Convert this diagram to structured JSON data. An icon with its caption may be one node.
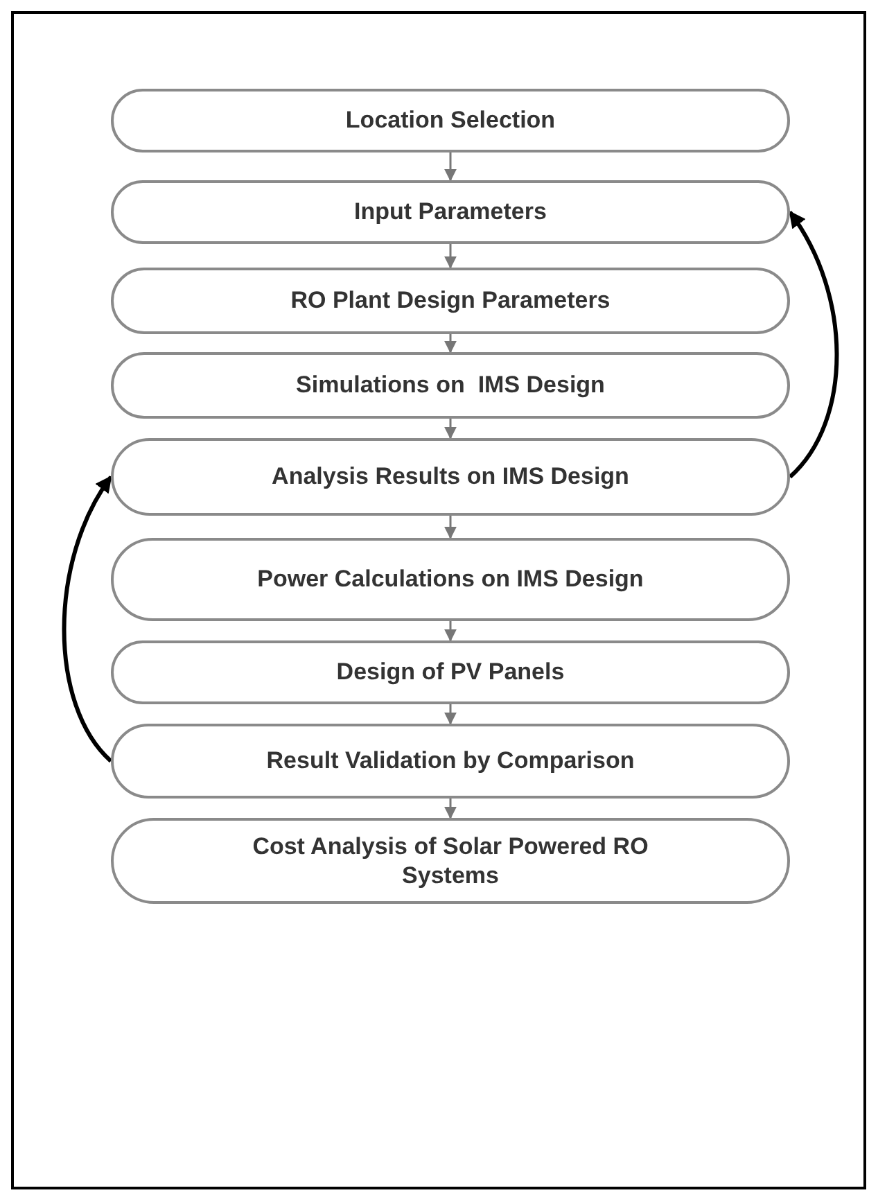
{
  "diagram": {
    "nodes": [
      {
        "text": [
          "Location Selection"
        ]
      },
      {
        "text": [
          "Input Parameters"
        ]
      },
      {
        "text": [
          "RO Plant Design Parameters"
        ]
      },
      {
        "text": [
          "Simulations on  IMS Design"
        ]
      },
      {
        "text": [
          "Analysis Results on IMS Design"
        ]
      },
      {
        "text": [
          "Power Calculations on IMS Design"
        ]
      },
      {
        "text": [
          "Design of PV Panels"
        ]
      },
      {
        "text": [
          "Result Validation by Comparison"
        ]
      },
      {
        "text": [
          "Cost Analysis of Solar Powered RO Systems"
        ]
      }
    ],
    "edges": [
      {
        "from": 0,
        "to": 1,
        "arrow": "to"
      },
      {
        "from": 1,
        "to": 2,
        "arrow": "to"
      },
      {
        "from": 2,
        "to": 3,
        "arrow": "to"
      },
      {
        "from": 3,
        "to": 4,
        "arrow": "to"
      },
      {
        "from": 4,
        "to": 5,
        "arrow": "to"
      },
      {
        "from": 5,
        "to": 6,
        "arrow": "to"
      },
      {
        "from": 6,
        "to": 7,
        "arrow": "to"
      },
      {
        "from": 7,
        "to": 8,
        "arrow": "to"
      },
      {
        "from": 4,
        "to": 1,
        "arrow": "to",
        "style": "thick",
        "color": "#000000"
      },
      {
        "from": 7,
        "to": 4,
        "arrow": "to",
        "style": "thick",
        "color": "#000000"
      }
    ]
  }
}
